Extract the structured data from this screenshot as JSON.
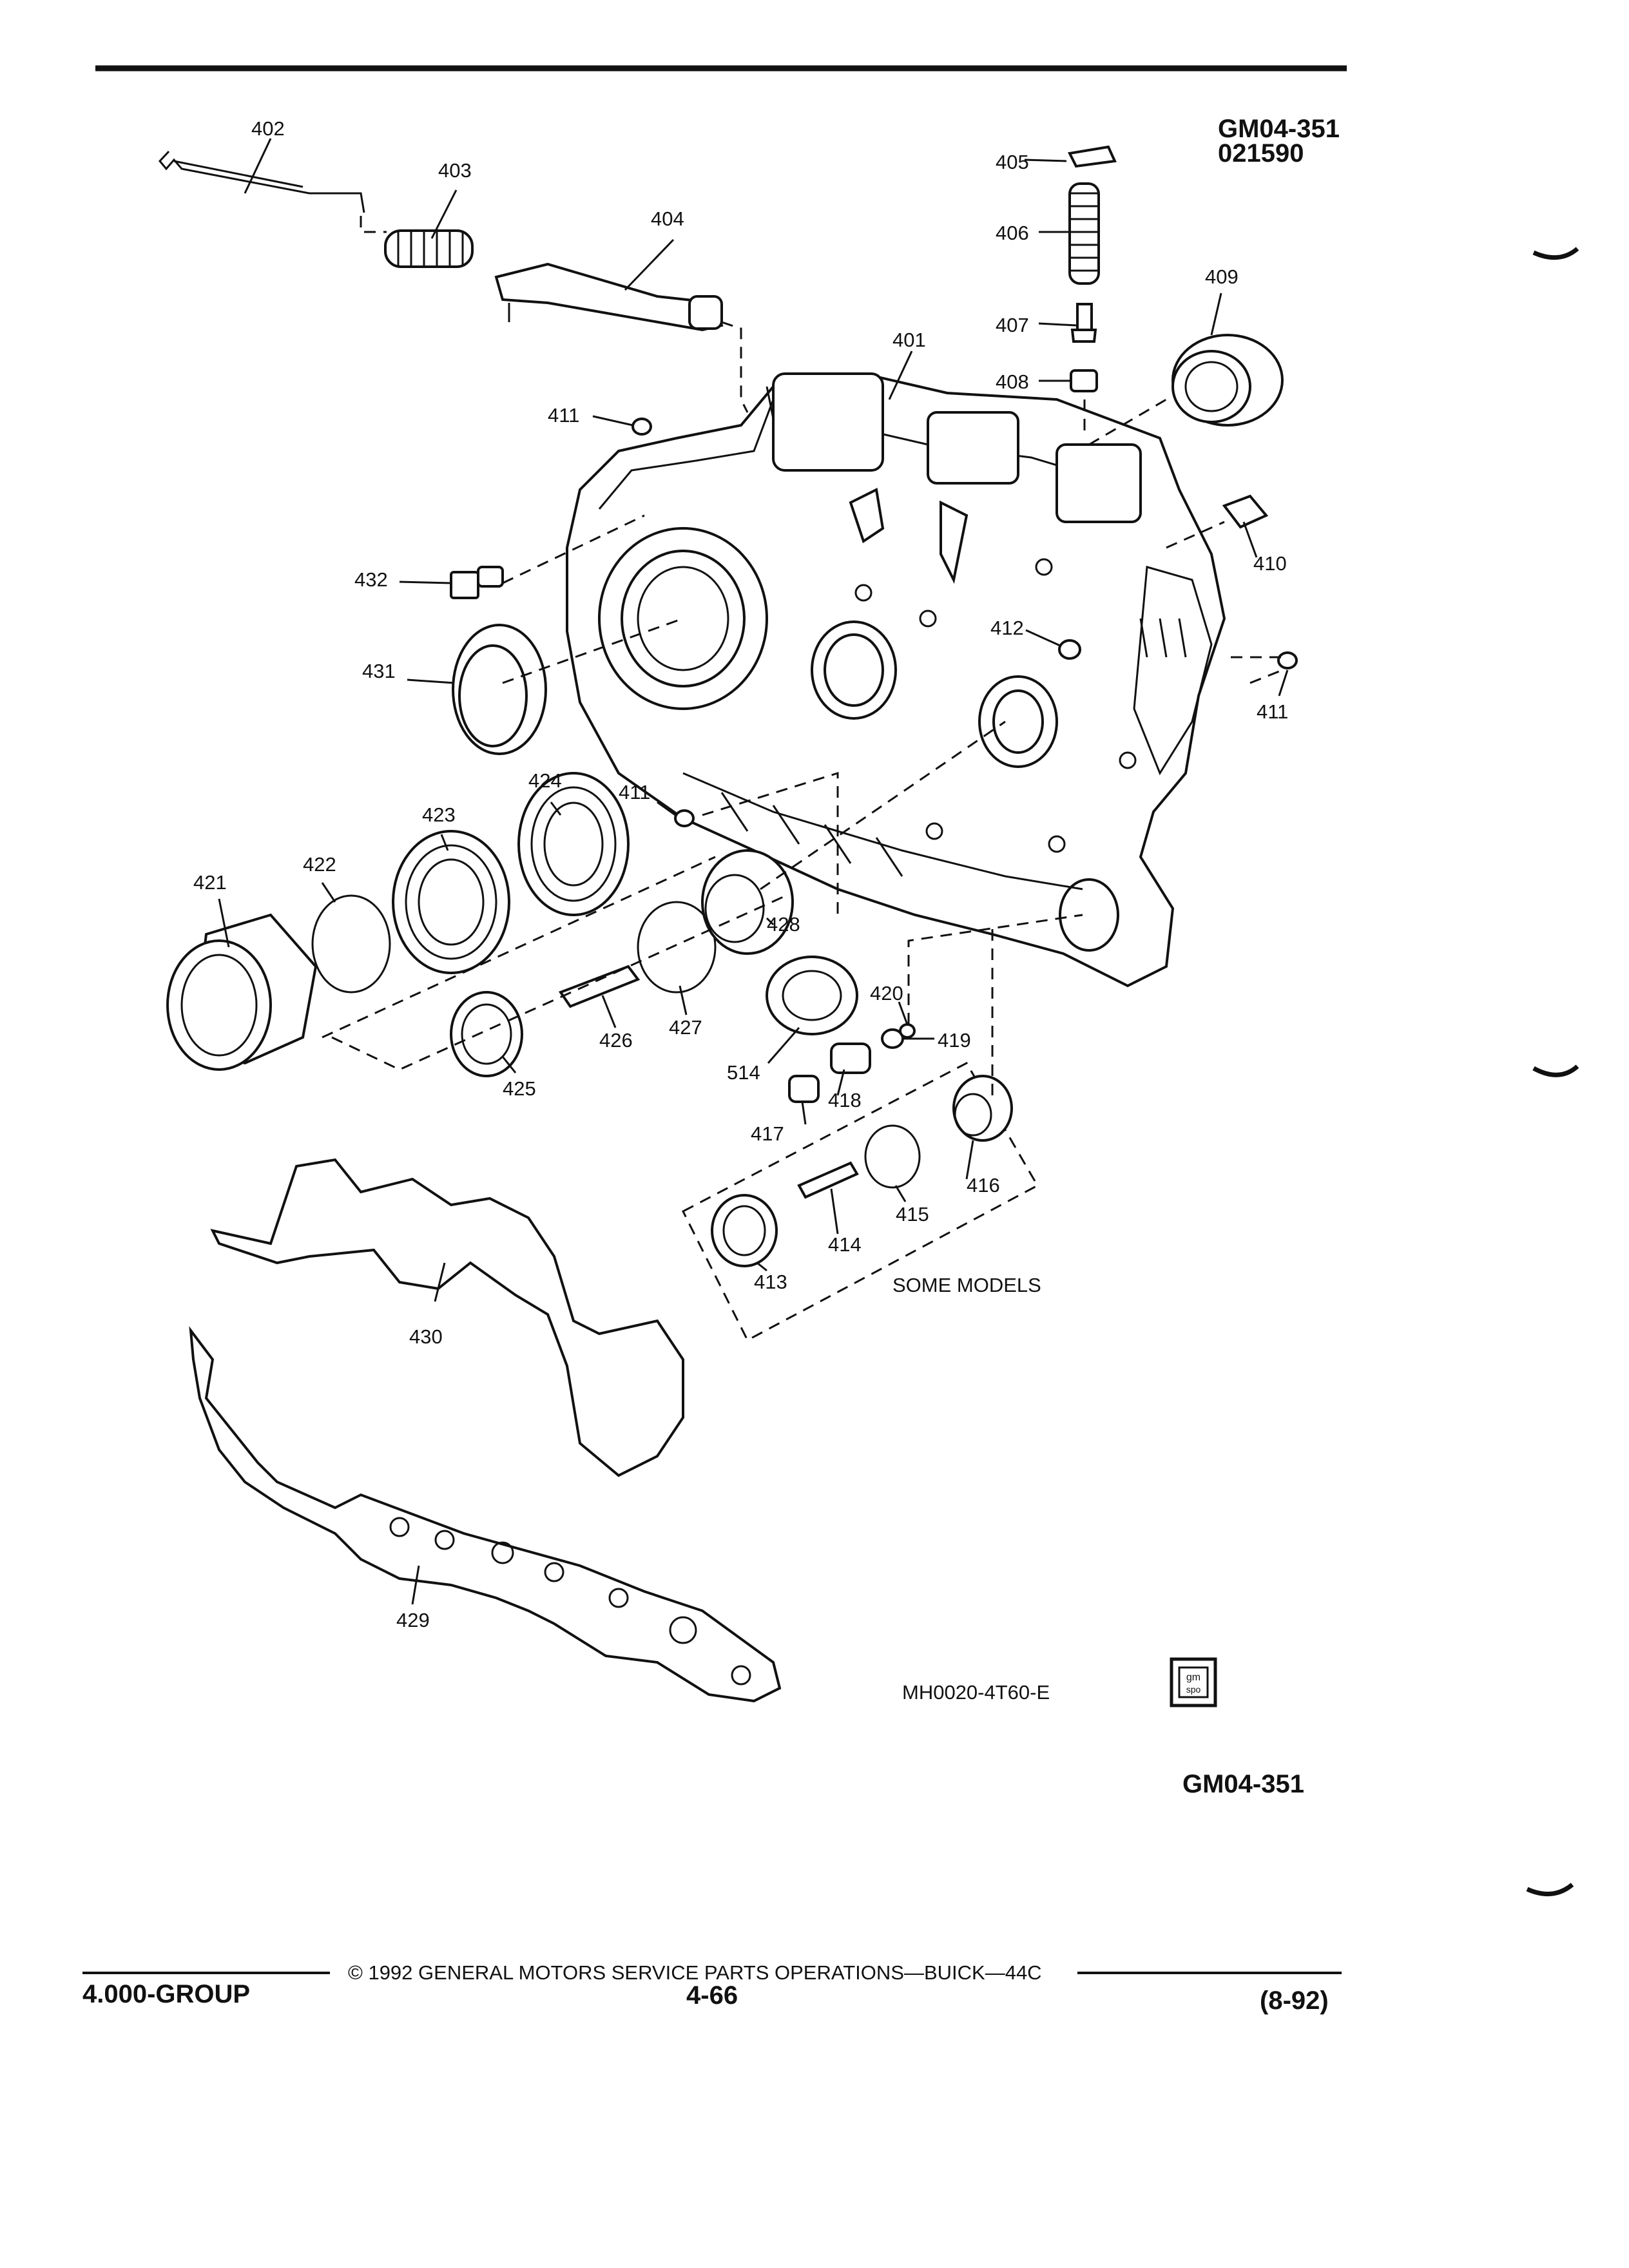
{
  "header": {
    "code": "GM04-351",
    "date_code": "021590"
  },
  "callouts": {
    "c401": "401",
    "c402": "402",
    "c403": "403",
    "c404": "404",
    "c405": "405",
    "c406": "406",
    "c407": "407",
    "c408": "408",
    "c409": "409",
    "c410": "410",
    "c411a": "411",
    "c411b": "411",
    "c411c": "411",
    "c412": "412",
    "c413": "413",
    "c414": "414",
    "c415": "415",
    "c416": "416",
    "c417": "417",
    "c418": "418",
    "c419": "419",
    "c420": "420",
    "c421": "421",
    "c422": "422",
    "c423": "423",
    "c424": "424",
    "c425": "425",
    "c426": "426",
    "c427": "427",
    "c428": "428",
    "c429": "429",
    "c430": "430",
    "c431": "431",
    "c432": "432",
    "c514": "514"
  },
  "notes": {
    "some_models": "SOME MODELS",
    "figure_id": "MH0020-4T60-E",
    "bottom_code": "GM04-351",
    "logo_text": "gm spo"
  },
  "footer": {
    "group": "4.000-GROUP",
    "copyright": "© 1992 GENERAL MOTORS SERVICE PARTS OPERATIONS—BUICK—44C",
    "page": "4-66",
    "revision": "(8-92)"
  }
}
